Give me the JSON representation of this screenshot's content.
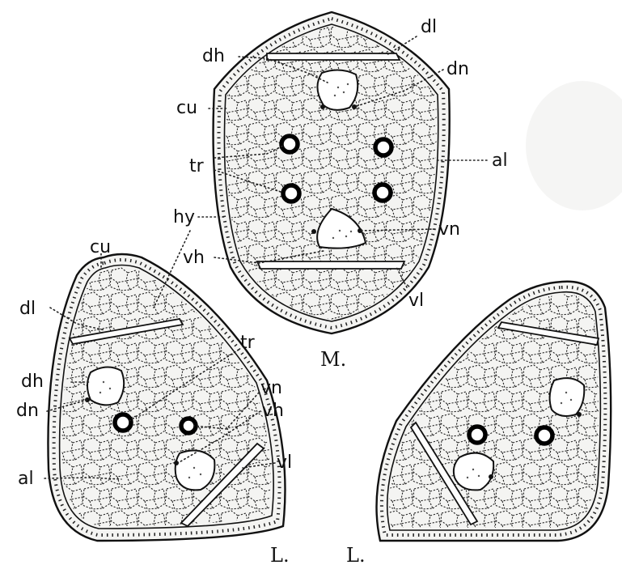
{
  "figure": {
    "labels": {
      "dl": "dl",
      "dh": "dh",
      "dn": "dn",
      "cu": "cu",
      "al": "al",
      "tr": "tr",
      "hy": "hy",
      "vn": "vn",
      "vh": "vh",
      "vl": "vl"
    },
    "captions": {
      "middle": "M.",
      "left": "L.",
      "right": "L."
    }
  }
}
